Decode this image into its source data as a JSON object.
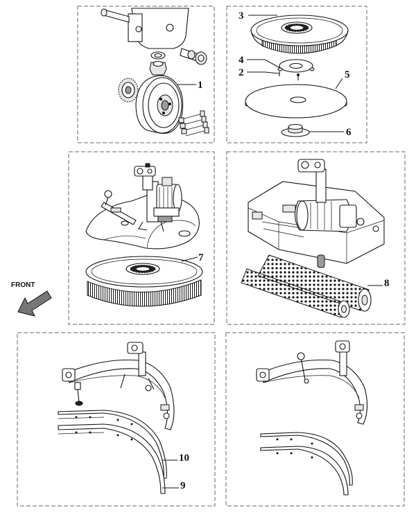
{
  "front_label": "FRONT",
  "callouts": {
    "c1": "1",
    "c2": "2",
    "c3": "3",
    "c4": "4",
    "c5": "5",
    "c6": "6",
    "c7": "7",
    "c8": "8",
    "c9": "9",
    "c10": "10"
  }
}
